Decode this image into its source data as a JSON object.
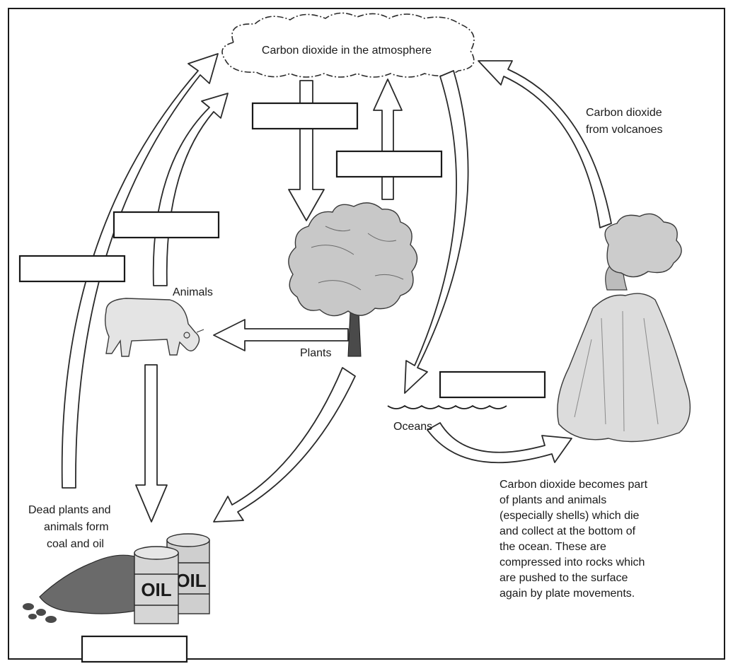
{
  "labels": {
    "atmosphere": "Carbon dioxide in the atmosphere",
    "volcano_line1": "Carbon dioxide",
    "volcano_line2": "from volcanoes",
    "animals": "Animals",
    "plants": "Plants",
    "oceans": "Oceans",
    "dead_line1": "Dead plants and",
    "dead_line2": "animals form",
    "dead_line3": "coal and oil",
    "barrel_1": "OIL",
    "barrel_2": "OIL"
  },
  "ocean_note": [
    "Carbon dioxide becomes part",
    "of plants and animals",
    "(especially shells) which die",
    "and collect at the bottom of",
    "the ocean. These are",
    "compressed into rocks which",
    "are pushed to the surface",
    "again by plate movements."
  ],
  "blank_boxes": [
    {
      "id": "photosynthesis"
    },
    {
      "id": "plant-respiration"
    },
    {
      "id": "animal-respiration"
    },
    {
      "id": "decomposition"
    },
    {
      "id": "ocean-dissolving"
    },
    {
      "id": "combustion"
    }
  ]
}
